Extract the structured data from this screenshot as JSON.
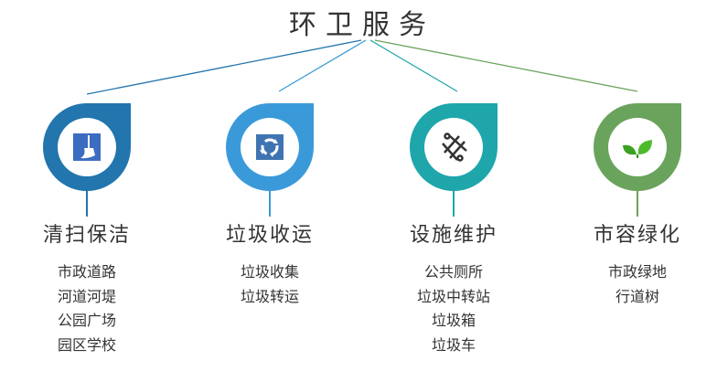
{
  "title": "环卫服务",
  "categories": [
    {
      "label": "清扫保洁",
      "icon": "broom-icon",
      "color": "#2275ad",
      "items": [
        "市政道路",
        "河道河堤",
        "公园广场",
        "园区学校"
      ]
    },
    {
      "label": "垃圾收运",
      "icon": "recycle-icon",
      "color": "#3a9ad9",
      "items": [
        "垃圾收集",
        "垃圾转运"
      ]
    },
    {
      "label": "设施维护",
      "icon": "tools-icon",
      "color": "#1ea6ab",
      "items": [
        "公共厕所",
        "垃圾中转站",
        "垃圾箱",
        "垃圾车"
      ]
    },
    {
      "label": "市容绿化",
      "icon": "leaf-icon",
      "color": "#6aa35c",
      "items": [
        "市政绿地",
        "行道树"
      ]
    }
  ]
}
